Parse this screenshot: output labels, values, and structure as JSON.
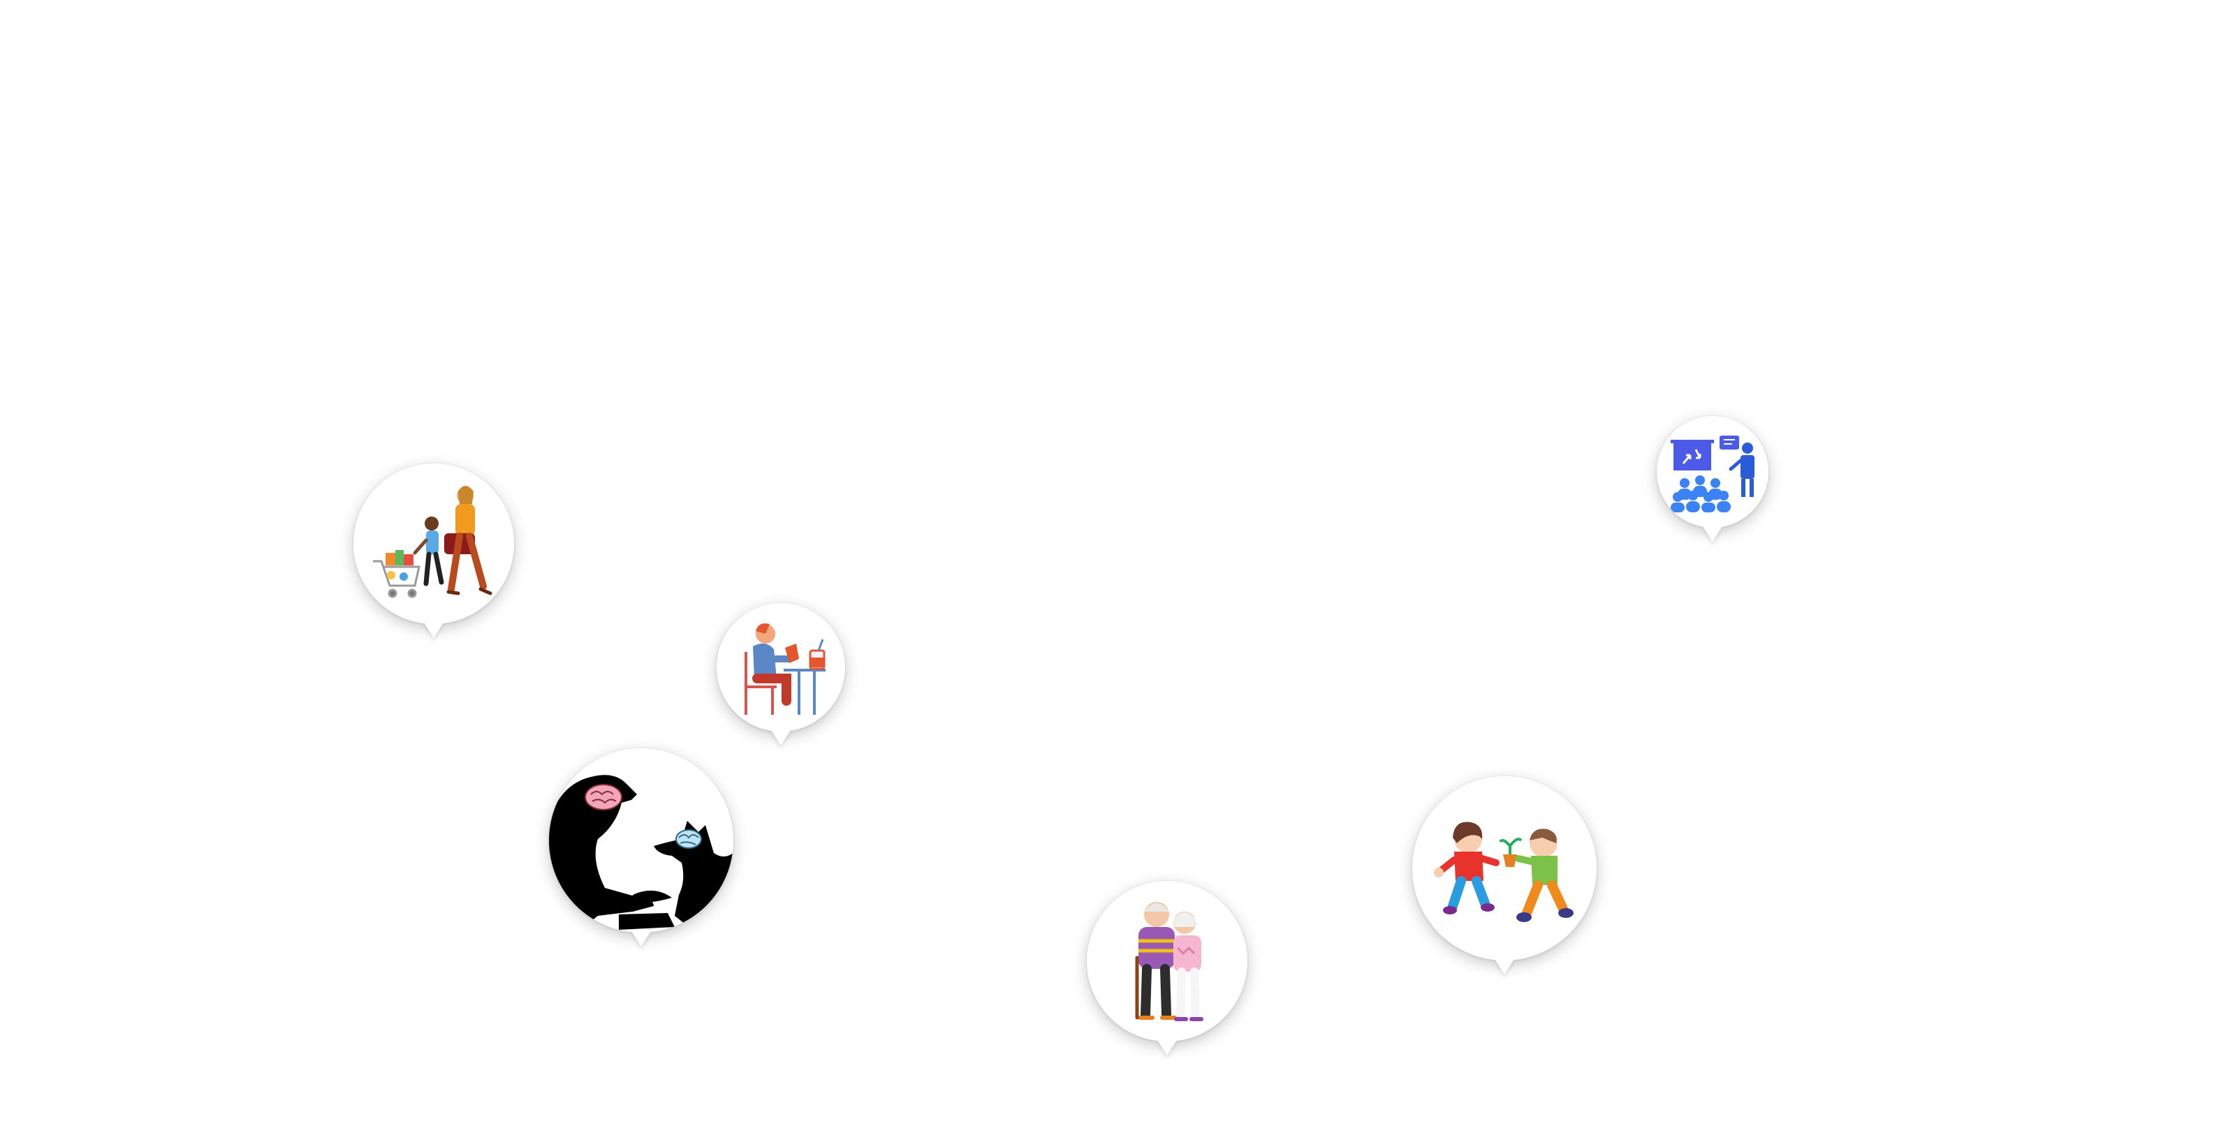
{
  "map": {
    "background": "#ffffff",
    "pins": [
      {
        "id": "family-shopping",
        "icon": "family-shopping-icon"
      },
      {
        "id": "person-eating",
        "icon": "person-eating-icon"
      },
      {
        "id": "human-dog-brain",
        "icon": "human-dog-brain-icon"
      },
      {
        "id": "elderly-couple",
        "icon": "elderly-couple-icon"
      },
      {
        "id": "children-plant",
        "icon": "children-plant-icon"
      },
      {
        "id": "presentation-audience",
        "icon": "presentation-audience-icon"
      }
    ]
  }
}
